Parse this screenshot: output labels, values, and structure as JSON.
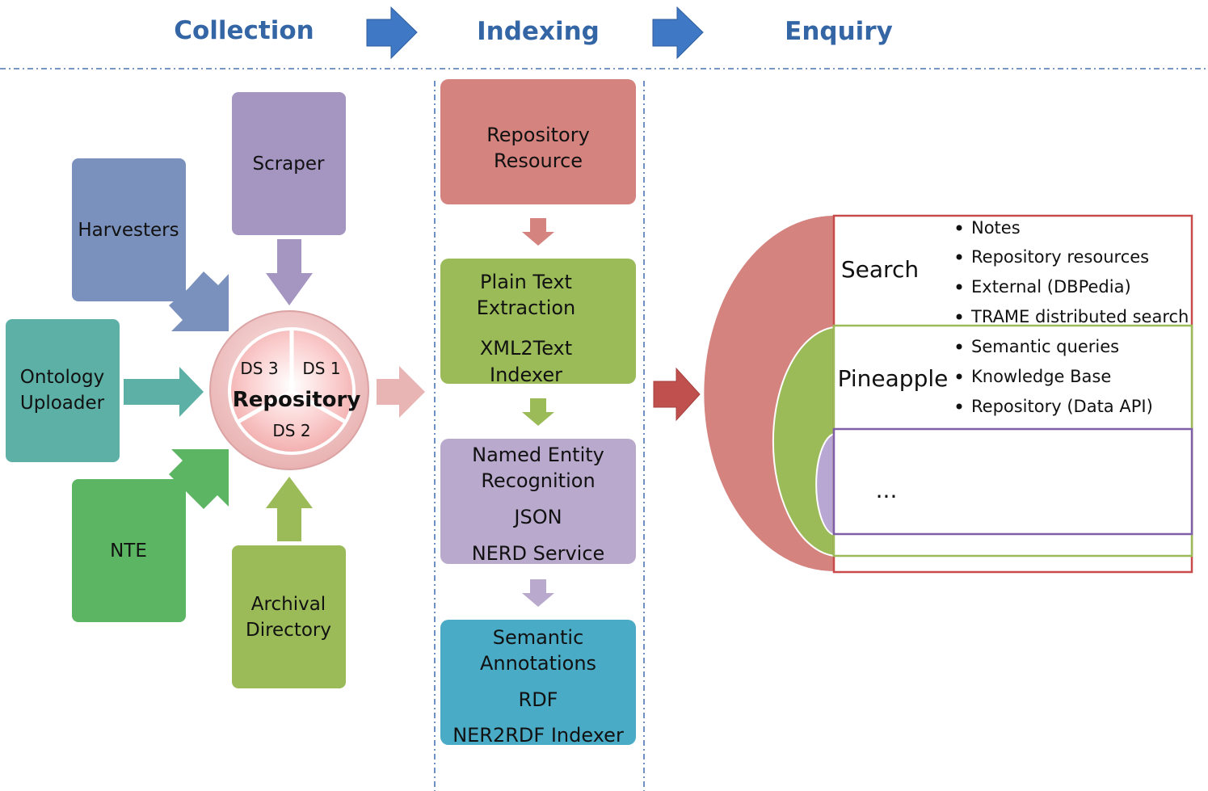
{
  "stages": {
    "collection": "Collection",
    "indexing": "Indexing",
    "enquiry": "Enquiry"
  },
  "collection": {
    "scraper": "Scraper",
    "harvesters": "Harvesters",
    "ontology_uploader": [
      "Ontology",
      "Uploader"
    ],
    "nte": "NTE",
    "archival_directory": [
      "Archival",
      "Directory"
    ],
    "repository": {
      "title": "Repository",
      "segments": [
        "DS 3",
        "DS 1",
        "DS 2"
      ]
    }
  },
  "indexing": {
    "repository_resource": [
      "Repository",
      "Resource"
    ],
    "plain_text": {
      "title": [
        "Plain Text",
        "Extraction"
      ],
      "format": "XML2Text",
      "tool": "Indexer"
    },
    "ner": {
      "title": [
        "Named Entity",
        "Recognition"
      ],
      "format": "JSON",
      "tool": "NERD Service"
    },
    "semantic": {
      "title": [
        "Semantic",
        "Annotations"
      ],
      "format": "RDF",
      "tool": "NER2RDF Indexer"
    }
  },
  "enquiry": {
    "search": {
      "label": "Search",
      "bullets": [
        "Notes",
        "Repository resources",
        "External (DBPedia)",
        "TRAME distributed search"
      ]
    },
    "pineapple": {
      "label": "Pineapple",
      "bullets": [
        "Semantic queries",
        "Knowledge Base",
        "Repository (Data API)"
      ]
    },
    "more": {
      "label": "..."
    }
  },
  "colors": {
    "stage_title": "#3466a6",
    "stage_arrow": "#3f78c4",
    "scraper": "#a495c1",
    "harvesters": "#7b91bd",
    "ontology": "#5db0a6",
    "nte": "#5cb562",
    "archival": "#9bbb59",
    "repository_resource": "#d5837f",
    "plain_text": "#9bbb59",
    "ner": "#b9a9cd",
    "semantic": "#4aabc6",
    "search_ring": "#d4837f",
    "pineapple_ring": "#9bbb59",
    "more_ring": "#b8a7d2",
    "enquiry_arrow": "#c0504d"
  }
}
